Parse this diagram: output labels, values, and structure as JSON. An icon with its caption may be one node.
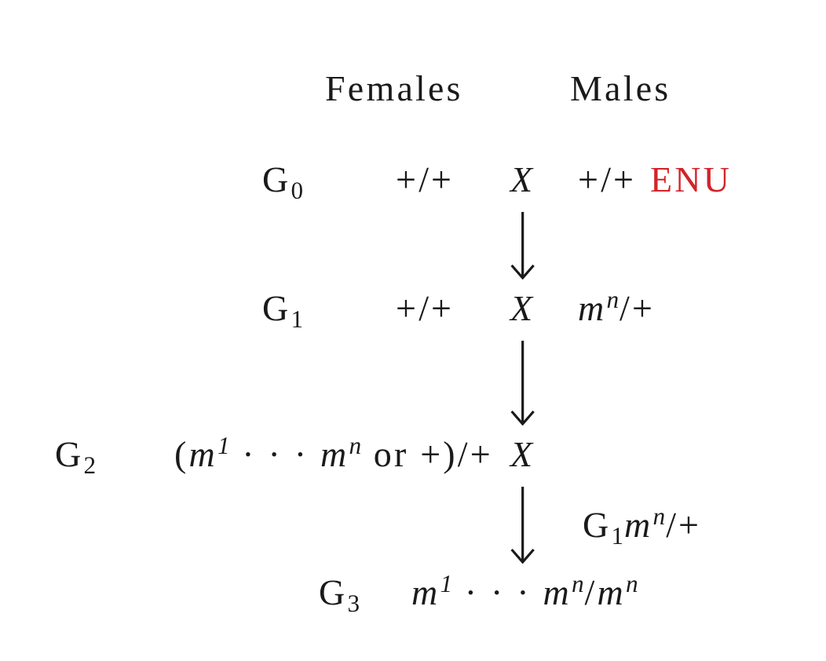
{
  "diagram": {
    "nodes": [
      {
        "text": [
          "X"
        ]
      },
      {
        "text": [
          "X"
        ]
      },
      {
        "text": [
          "X"
        ]
      },
      {
        "text": [
          "*m*$^{1}$ · · · *m*$^{n}$/*m*$^{n}$"
        ]
      }
    ],
    "edges": [
      {
        "from": 0,
        "to": 1,
        "arrow": "to"
      },
      {
        "from": 1,
        "to": 2,
        "arrow": "to"
      },
      {
        "from": 2,
        "to": 3,
        "arrow": "to",
        "label": "G$_{1}$*m*$^{n}$/+"
      }
    ],
    "labels": [
      "Females",
      "Males",
      "G$_{0}$",
      "+/+",
      "+/+",
      "ENU",
      "G$_{1}$",
      "+/+",
      "*m*$^{n}$/+",
      "G$_{2}$",
      "(*m*$^{1}$ · · · *m*$^{n}$ or +)/+",
      "G$_{3}$"
    ]
  }
}
